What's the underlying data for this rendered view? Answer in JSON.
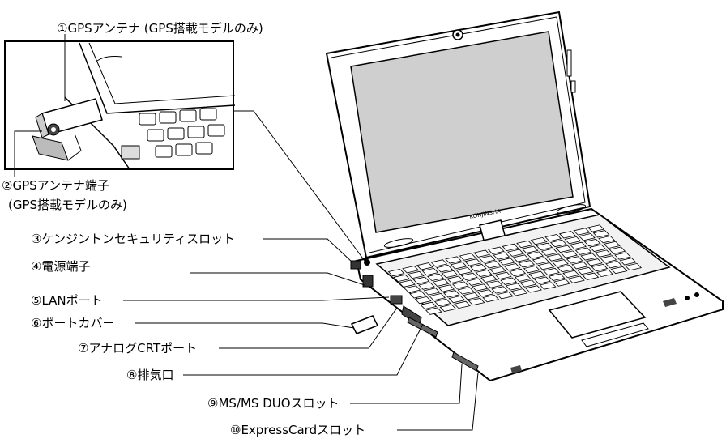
{
  "callouts": [
    {
      "id": "gps-antenna",
      "label": "①GPSアンテナ (GPS搭載モデルのみ)"
    },
    {
      "id": "gps-antenna-terminal",
      "label": "②GPSアンテナ端子",
      "sub": "(GPS搭載モデルのみ)"
    },
    {
      "id": "kensington-slot",
      "label": "③ケンジントンセキュリティスロット"
    },
    {
      "id": "power-terminal",
      "label": "④電源端子"
    },
    {
      "id": "lan-port",
      "label": "⑤LANポート"
    },
    {
      "id": "port-cover",
      "label": "⑥ポートカバー"
    },
    {
      "id": "analog-crt-port",
      "label": "⑦アナログCRTポート"
    },
    {
      "id": "exhaust",
      "label": "⑧排気口"
    },
    {
      "id": "ms-duo-slot",
      "label": "⑨MS/MS DUOスロット"
    },
    {
      "id": "expresscard-slot",
      "label": "⑩ExpressCardスロット"
    }
  ],
  "brand_logo": "KOHJINSHA"
}
